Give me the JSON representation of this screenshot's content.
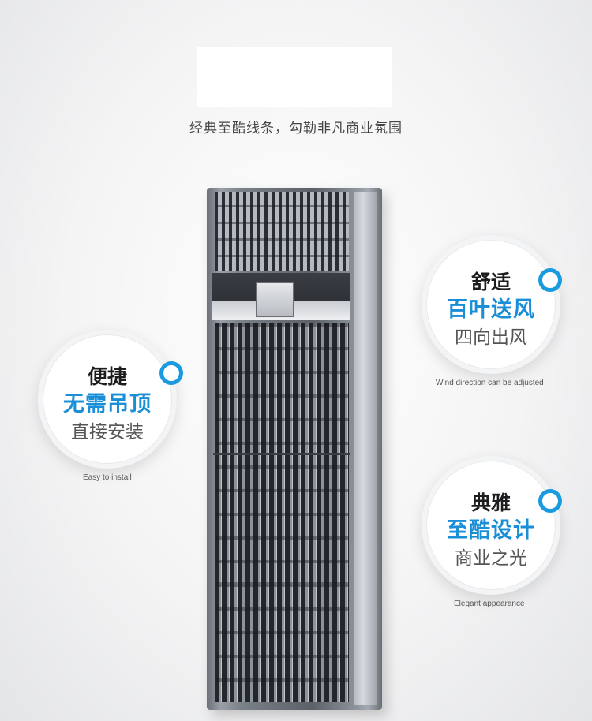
{
  "header": {
    "tagline": "经典至酷线条，勾勒非凡商业氛围"
  },
  "features": [
    {
      "line1": "便捷",
      "line2": "无需吊顶",
      "line3": "直接安装",
      "caption": "Easy to install"
    },
    {
      "line1": "舒适",
      "line2": "百叶送风",
      "line3": "四向出风",
      "caption": "Wind direction can be adjusted"
    },
    {
      "line1": "典雅",
      "line2": "至酷设计",
      "line3": "商业之光",
      "caption": "Elegant appearance"
    }
  ],
  "colors": {
    "accent": "#1a8fd8",
    "ring": "#1a9be0"
  },
  "icons": {
    "badge_marker": "ring-icon"
  }
}
